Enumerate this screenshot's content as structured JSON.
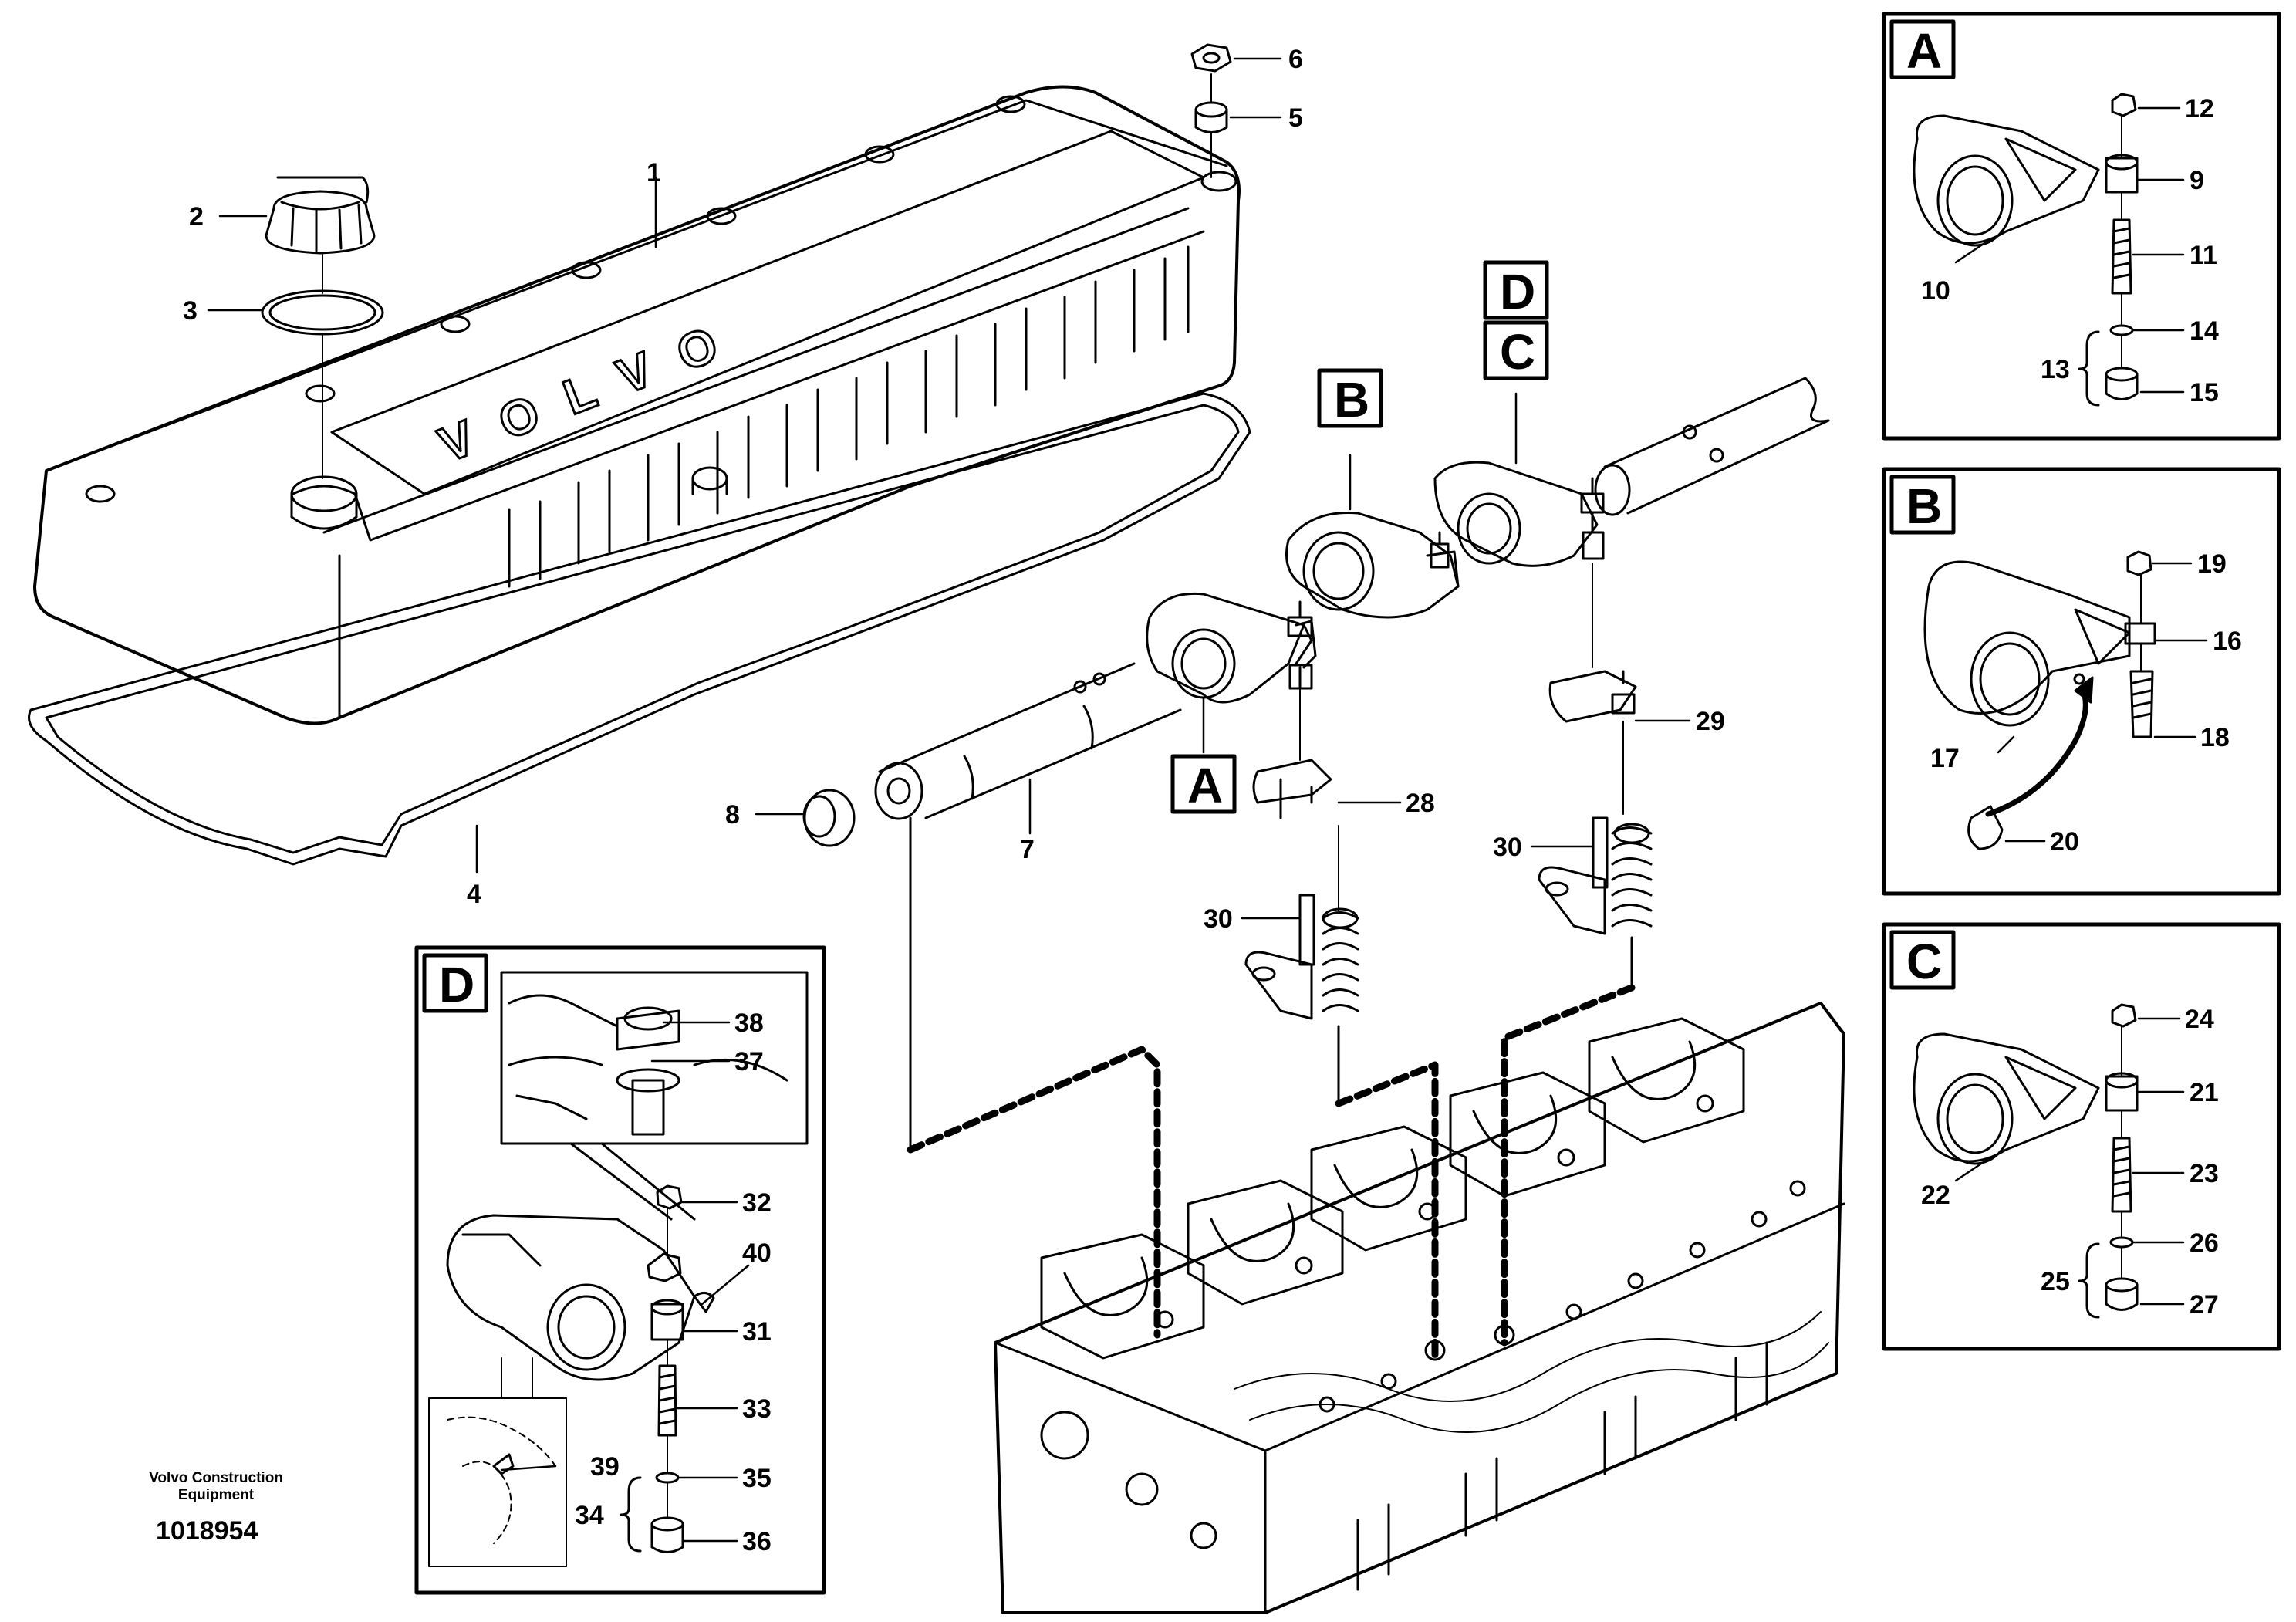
{
  "footer": {
    "company_line1": "Volvo Construction",
    "company_line2": "Equipment",
    "drawing_number": "1018954"
  },
  "cover": {
    "brand_text": "VOLVO"
  },
  "detail_labels": {
    "A": "A",
    "B": "B",
    "C": "C",
    "D": "D"
  },
  "callouts": {
    "1": "1",
    "2": "2",
    "3": "3",
    "4": "4",
    "5": "5",
    "6": "6",
    "7": "7",
    "8": "8",
    "9": "9",
    "10": "10",
    "11": "11",
    "12": "12",
    "13": "13",
    "14": "14",
    "15": "15",
    "16": "16",
    "17": "17",
    "18": "18",
    "19": "19",
    "20": "20",
    "21": "21",
    "22": "22",
    "23": "23",
    "24": "24",
    "25": "25",
    "26": "26",
    "27": "27",
    "28": "28",
    "29": "29",
    "30": "30",
    "31": "31",
    "32": "32",
    "33": "33",
    "34": "34",
    "35": "35",
    "36": "36",
    "37": "37",
    "38": "38",
    "39": "39",
    "40": "40"
  },
  "colors": {
    "line": "#000000",
    "background": "#ffffff"
  }
}
